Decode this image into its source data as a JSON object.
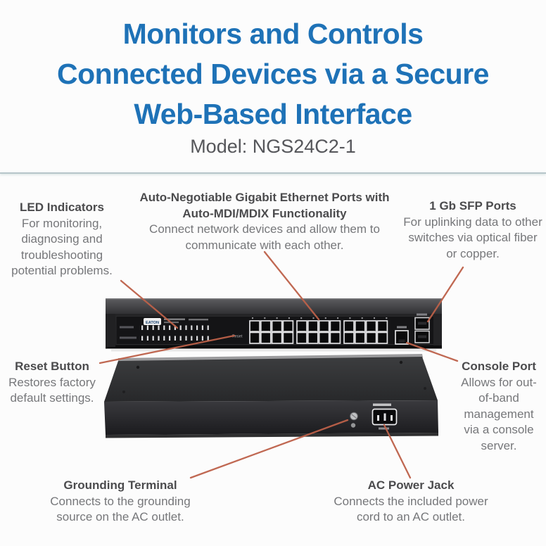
{
  "header": {
    "title_lines": [
      "Monitors and Controls",
      "Connected Devices via a Secure",
      "Web-Based Interface"
    ],
    "model_label": "Model: NGS24C2-1"
  },
  "callouts": {
    "led_indicators": {
      "title": "LED Indicators",
      "body": "For monitoring, diagnosing and troubleshooting potential problems."
    },
    "ethernet_ports": {
      "title": "Auto-Negotiable Gigabit Ethernet Ports with Auto-MDI/MDIX Functionality",
      "body": "Connect network devices and allow them to communicate with each other."
    },
    "sfp_ports": {
      "title": "1 Gb SFP Ports",
      "body": "For uplinking data to other switches via optical fiber or copper."
    },
    "reset_button": {
      "title": "Reset Button",
      "body": "Restores factory default settings."
    },
    "console_port": {
      "title": "Console Port",
      "body": "Allows for out-of-band management via a console server."
    },
    "grounding_terminal": {
      "title": "Grounding Terminal",
      "body": "Connects to the grounding source on the AC outlet."
    },
    "ac_power_jack": {
      "title": "AC Power Jack",
      "body": "Connects the included power cord to an AC outlet."
    }
  },
  "device": {
    "brand": "EATON",
    "reset_label": "Reset"
  },
  "colors": {
    "title_blue": "#1e72b7",
    "heading_gray": "#4b4b4d",
    "body_gray": "#76777a",
    "accent_line_red": "#bd6149"
  }
}
